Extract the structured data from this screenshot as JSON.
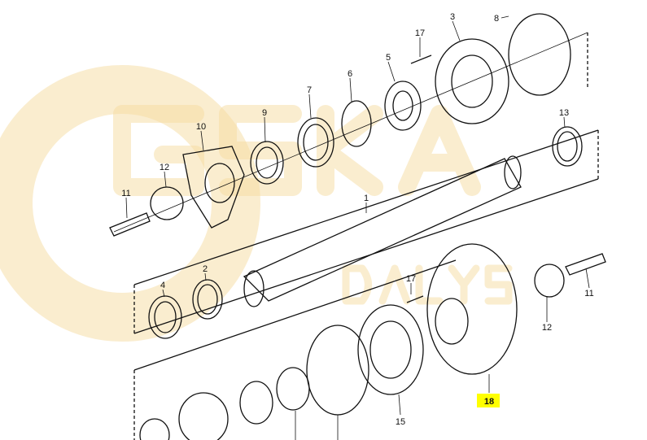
{
  "diagram": {
    "watermark": {
      "brand": "GSKA",
      "sub": "DALYS"
    },
    "highlight_color": "#ffff00",
    "callouts": [
      {
        "id": "c3",
        "label": "3"
      },
      {
        "id": "c8",
        "label": "8"
      },
      {
        "id": "c17a",
        "label": "17"
      },
      {
        "id": "c5",
        "label": "5"
      },
      {
        "id": "c6",
        "label": "6"
      },
      {
        "id": "c7",
        "label": "7"
      },
      {
        "id": "c9",
        "label": "9"
      },
      {
        "id": "c10",
        "label": "10"
      },
      {
        "id": "c12a",
        "label": "12"
      },
      {
        "id": "c11a",
        "label": "11"
      },
      {
        "id": "c13",
        "label": "13"
      },
      {
        "id": "c1",
        "label": "1"
      },
      {
        "id": "c2",
        "label": "2"
      },
      {
        "id": "c4",
        "label": "4"
      },
      {
        "id": "c17b",
        "label": "17"
      },
      {
        "id": "c11b",
        "label": "11"
      },
      {
        "id": "c12b",
        "label": "12"
      },
      {
        "id": "c15",
        "label": "15"
      },
      {
        "id": "c18",
        "label": "18",
        "highlighted": true
      }
    ]
  }
}
